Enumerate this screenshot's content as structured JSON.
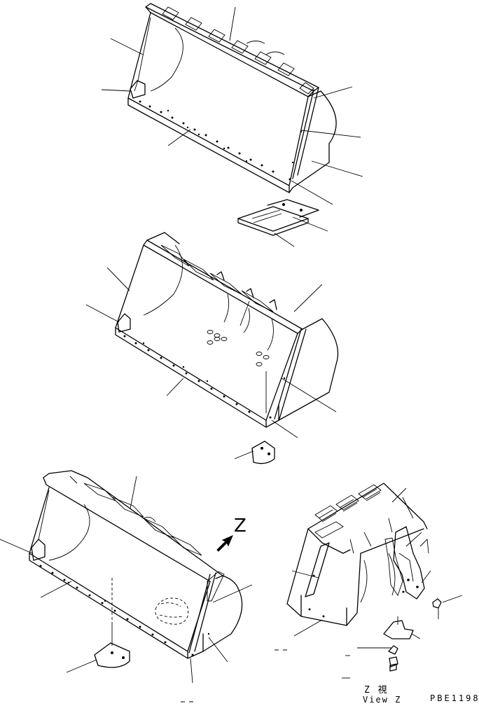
{
  "labels": {
    "z_marker": "Z",
    "view_japanese": "Z 視",
    "view_english": "View Z",
    "drawing_number": "PBE1198"
  }
}
